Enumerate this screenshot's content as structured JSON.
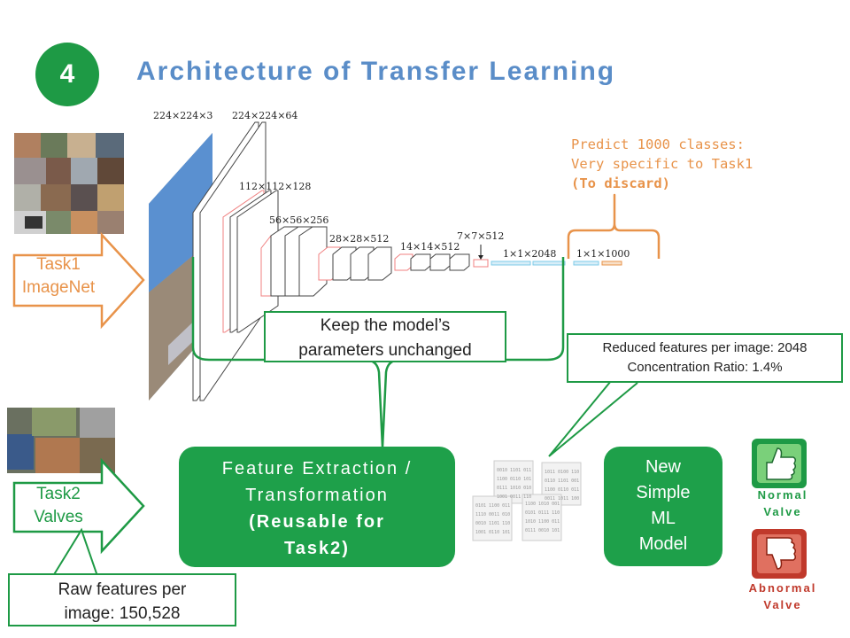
{
  "slide": {
    "number": "4",
    "title": "Architecture of Transfer Learning"
  },
  "network": {
    "layer_labels": [
      "224×224×3",
      "224×224×64",
      "112×112×128",
      "56×56×256",
      "28×28×512",
      "14×14×512",
      "7×7×512",
      "1×1×2048",
      "1×1×1000"
    ]
  },
  "callouts": {
    "predict_line1": "Predict 1000 classes:",
    "predict_line2": "Very specific to Task1",
    "predict_line3": "(To discard)",
    "keep_line1": "Keep the model’s",
    "keep_line2": "parameters unchanged",
    "reduced_line1": "Reduced features per image: 2048",
    "reduced_line2": "Concentration Ratio: 1.4%",
    "raw_line1": "Raw features per",
    "raw_line2": "image: 150,528"
  },
  "tasks": {
    "task1_line1": "Task1",
    "task1_line2": "ImageNet",
    "task2_line1": "Task2",
    "task2_line2": "Valves"
  },
  "boxes": {
    "feature_line1": "Feature Extraction /",
    "feature_line2": "Transformation",
    "feature_line3": "(Reusable for",
    "feature_line4": "Task2)",
    "model_line1": "New",
    "model_line2": "Simple",
    "model_line3": "ML",
    "model_line4": "Model"
  },
  "outputs": {
    "normal_line1": "Normal",
    "normal_line2": "Valve",
    "abnormal_line1": "Abnormal",
    "abnormal_line2": "Valve"
  },
  "colors": {
    "green": "#1e9a45",
    "orange": "#e8934a",
    "title_blue": "#5a8dc8",
    "red": "#c0392b",
    "pool_red": "#f08080",
    "fc_cyan": "#7ecbe8"
  }
}
